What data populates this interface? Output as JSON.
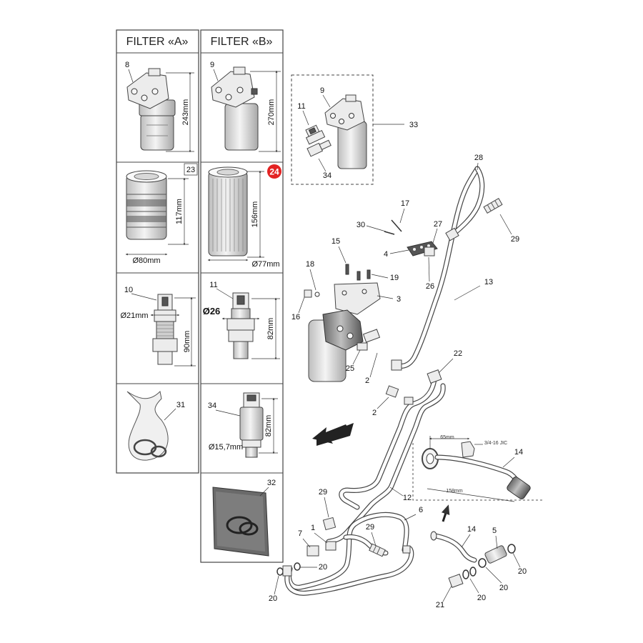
{
  "columns": {
    "a": {
      "title": "FILTER «A»"
    },
    "b": {
      "title": "FILTER «B»"
    }
  },
  "filter_a": {
    "housing": {
      "part_no": "8",
      "height": "243mm"
    },
    "element": {
      "part_no": "23",
      "height": "117mm",
      "diameter": "Ø80mm"
    },
    "sensor": {
      "part_no": "10",
      "diameter": "Ø21mm",
      "height": "90mm"
    },
    "seal_kit": {
      "part_no": "31"
    }
  },
  "filter_b": {
    "housing": {
      "part_no": "9",
      "height": "270mm"
    },
    "element": {
      "part_no": "24",
      "height": "156mm",
      "diameter": "Ø77mm"
    },
    "sensor_11": {
      "part_no": "11",
      "diameter": "Ø26",
      "height": "82mm"
    },
    "sensor_34": {
      "part_no": "34",
      "height": "82mm",
      "diameter": "Ø15,7mm"
    },
    "seal_kit": {
      "part_no": "32"
    }
  },
  "assembly_box": {
    "housing_no": "9",
    "sensor_11_no": "11",
    "sensor_34_no": "34",
    "assembly_no": "33"
  },
  "callouts": {
    "n28": "28",
    "n29a": "29",
    "n17": "17",
    "n30": "30",
    "n27": "27",
    "n4": "4",
    "n26": "26",
    "n15": "15",
    "n18": "18",
    "n19": "19",
    "n3": "3",
    "n13": "13",
    "n16": "16",
    "n25": "25",
    "n2a": "2",
    "n22": "22",
    "n2b": "2",
    "n14a": "14",
    "n12": "12",
    "n29b": "29",
    "n6": "6",
    "n7": "7",
    "n1": "1",
    "n29c": "29",
    "n20a": "20",
    "n20b": "20",
    "n14b": "14",
    "n5": "5",
    "n20c": "20",
    "n20d": "20",
    "n21": "21",
    "n20e": "20"
  },
  "detail_14": {
    "dim_top": "65mm",
    "thread": "3/4-16 JIC",
    "dim_bottom": "158mm"
  },
  "colors": {
    "badge": "#e32222",
    "line": "#333333",
    "fill": "#ececec"
  }
}
